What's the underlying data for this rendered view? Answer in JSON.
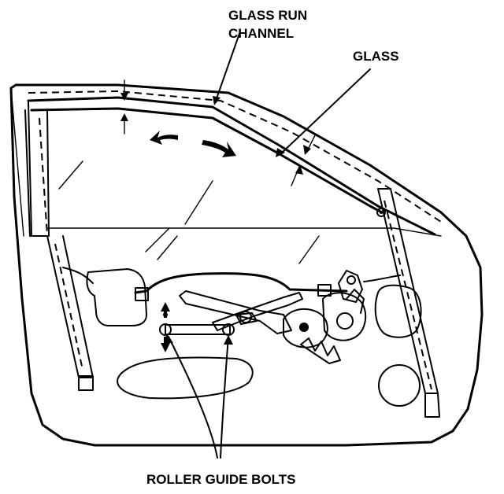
{
  "labels": {
    "glass_run_channel_line1": "GLASS RUN",
    "glass_run_channel_line2": "CHANNEL",
    "glass": "GLASS",
    "roller_guide_bolts": "ROLLER GUIDE BOLTS"
  },
  "colors": {
    "ink": "#000000",
    "paper": "#ffffff"
  }
}
